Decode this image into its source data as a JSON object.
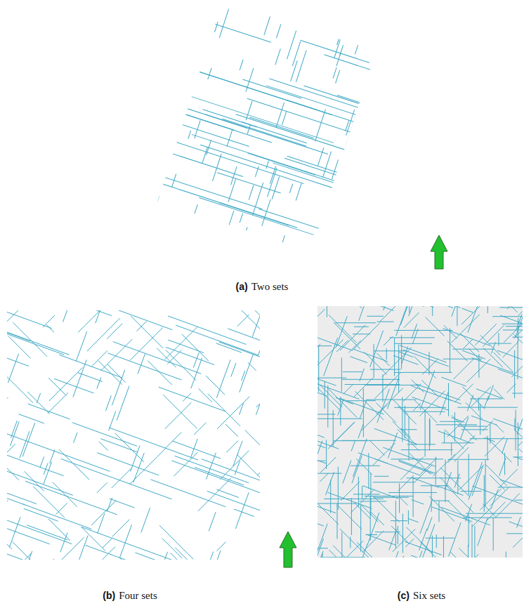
{
  "diagram": {
    "labels": [
      "(a)",
      "Two sets",
      "(b)",
      "Four sets",
      "(c)",
      "Six sets"
    ]
  }
}
